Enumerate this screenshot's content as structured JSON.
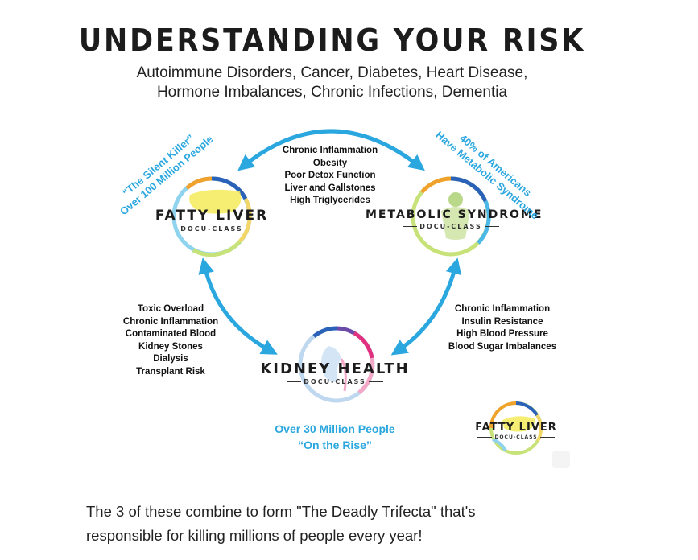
{
  "header": {
    "title": "UNDERSTANDING YOUR RISK",
    "subtitle_line1": "Autoimmune Disorders, Cancer, Diabetes, Heart Disease,",
    "subtitle_line2": "Hormone Imbalances, Chronic Infections, Dementia"
  },
  "nodes": {
    "fatty_liver": {
      "title": "FATTY LIVER",
      "docu": "DOCU-CLASS"
    },
    "metabolic": {
      "title": "METABOLIC SYNDROME",
      "docu": "DOCU-CLASS"
    },
    "kidney": {
      "title": "KIDNEY HEALTH",
      "docu": "DOCU-CLASS"
    }
  },
  "callouts": {
    "fatty_liver": [
      "“The Silent Killer”",
      "Over 100 Million People"
    ],
    "metabolic": [
      "40% of Americans",
      "Have Metabolic Syndrome"
    ],
    "kidney": [
      "Over 30 Million People",
      "“On the Rise”"
    ]
  },
  "links": {
    "liver_metabolic": [
      "Chronic Inflammation",
      "Obesity",
      "Poor Detox Function",
      "Liver and Gallstones",
      "High Triglycerides"
    ],
    "liver_kidney": [
      "Toxic Overload",
      "Chronic Inflammation",
      "Contaminated Blood",
      "Kidney Stones",
      "Dialysis",
      "Transplant Risk"
    ],
    "metabolic_kidney": [
      "Chronic Inflammation",
      "Insulin Resistance",
      "High Blood Pressure",
      "Blood Sugar Imbalances"
    ]
  },
  "badge": {
    "title": "FATTY LIVER",
    "docu": "DOCU-CLASS"
  },
  "footer": {
    "line1": "The 3 of these combine to form \"The Deadly Trifecta\" that's",
    "line2": "responsible for killing millions of people every year!"
  },
  "colors": {
    "arrow": "#2aa7df",
    "caption": "#2aa7df",
    "ring_segments": [
      "#f0a22c",
      "#2a62b8",
      "#4cb8e8",
      "#8fd3ef",
      "#c8e27a",
      "#f2d66a"
    ],
    "kidney_ring": [
      "#6b4aa8",
      "#e0307f",
      "#f2a8c6",
      "#bfd8f0"
    ]
  },
  "icons": {
    "arrows": "curved-double-arrow",
    "liver": "liver-illustration",
    "metabolic": "body-illustration",
    "kidney": "kidney-illustration"
  }
}
